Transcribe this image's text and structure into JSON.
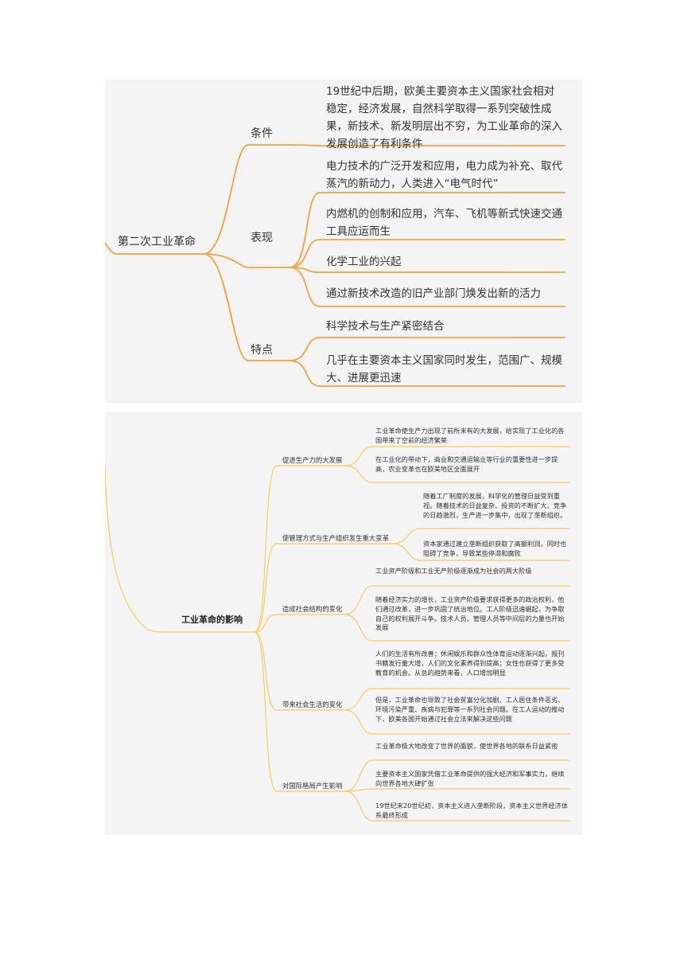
{
  "colors": {
    "branch_orange": "#f5a23c",
    "branch_yellow": "#f3ce62",
    "panel_bg": "#f4f4f4"
  },
  "map1": {
    "root": "第二次工业革命",
    "branches": [
      {
        "label": "条件",
        "leaves": [
          "19世纪中后期，欧美主要资本主义国家社会相对稳定，经济发展，自然科学取得一系列突破性成果，新技术、新发明层出不穷，为工业革命的深入发展创造了有利条件"
        ]
      },
      {
        "label": "表现",
        "leaves": [
          "电力技术的广泛开发和应用，电力成为补充、取代蒸汽的新动力，人类进入“电气时代”",
          "内燃机的创制和应用，汽车、飞机等新式快速交通工具应运而生",
          "化学工业的兴起",
          "通过新技术改造的旧产业部门焕发出新的活力"
        ]
      },
      {
        "label": "特点",
        "leaves": [
          "科学技术与生产紧密结合",
          "几乎在主要资本主义国家同时发生，范围广、规模大、进展更迅速"
        ]
      }
    ]
  },
  "map2": {
    "root": "工业革命的影响",
    "branches": [
      {
        "label": "促进生产力的大发展",
        "leaves": [
          "工业革命使生产力出现了前所未有的大发展，给实现了工业化的各国带来了空前的经济繁荣",
          "在工业化的带动下，商业和交通运输业等行业的重要性进一步提高，农业变革也在欧美地区全面展开"
        ]
      },
      {
        "label": "使管理方式与生产组织发生重大变革",
        "leaves": [
          "随着工厂制度的发展，科学化的管理日益受到重视。随着技术的日益复杂、投资的不断扩大、竞争的日趋激烈，生产进一步集中，出现了垄断组织。",
          "资本家通过建立垄断组织获取了高额利润，同时也阻碍了竞争，导致某些停滞和腐败"
        ]
      },
      {
        "label": "造成社会结构的变化",
        "leaves": [
          "工业资产阶级和工业无产阶级逐渐成为社会的两大阶级",
          "随着经济实力的增长，工业资产阶级要求获得更多的政治权利，他们通过改革，进一步巩固了统治地位。工人阶级迅速崛起，为争取自己的权利展开斗争。技术人员、管理人员等中间层的力量也开始发展"
        ]
      },
      {
        "label": "带来社会生活的变化",
        "leaves": [
          "人们的生活有所改善；休闲娱乐和群众性体育运动逐渐兴起，报刊书籍发行量大增，人们的文化素养得到提高；女性也获得了更多受教育的机会。从总的趋势来看，人口增加明显",
          "但是，工业革命也导致了社会贫富分化加剧、工人居住条件恶劣、环境污染严重、疾病与犯罪等一系列社会问题。在工人运动的推动下，欧美各国开始通过社会立法来解决这些问题"
        ]
      },
      {
        "label": "对国际格局产生影响",
        "leaves": [
          "工业革命极大地改变了世界的面貌，使世界各地的联系日益紧密",
          "主要资本主义国家凭借工业革命提供的强大经济和军事实力，继续向世界各地大肆扩张",
          "19世纪末20世纪初，资本主义进入垄断阶段，资本主义世界经济体系最终形成"
        ]
      }
    ]
  }
}
